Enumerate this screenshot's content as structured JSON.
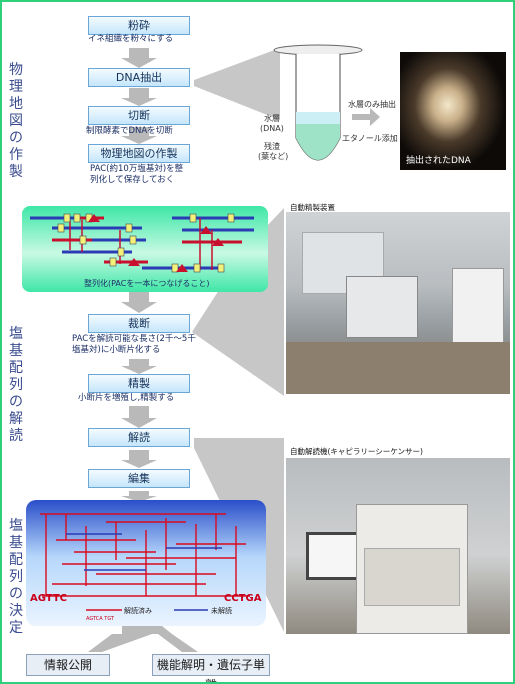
{
  "titles": {
    "physical_map": "物理地図の作製",
    "sequencing": "塩基配列の解読",
    "determination": "塩基配列の決定"
  },
  "steps": {
    "crush": "粉砕",
    "crush_note": "イネ組織を粉々にする",
    "dna_extract": "DNA抽出",
    "cut": "切断",
    "cut_note": "制限酵素でDNAを切断",
    "map": "物理地図の作製",
    "map_note_1": "PAC(約10万塩基対)を整",
    "map_note_2": "列化して保存しておく",
    "ordering_caption": "整列化(PACを一本につなげること)",
    "fragment": "裁断",
    "fragment_note_1": "PACを解読可能な長さ(2千～5千",
    "fragment_note_2": "塩基対)に小断片化する",
    "purify": "精製",
    "purify_note": "小断片を増殖し,精製する",
    "decode": "解読",
    "edit": "編集",
    "publish": "情報公開",
    "function": "機能解明・遺伝子単離"
  },
  "tube": {
    "aqueous_1": "水層",
    "aqueous_2": "(DNA)",
    "residue_1": "残渣",
    "residue_2": "(葉など)",
    "extract_only": "水層のみ抽出",
    "ethanol": "エタノール添加",
    "extracted_dna": "抽出されたDNA"
  },
  "photos": {
    "preparation": "自動精製装置",
    "sequencer": "自動解読機(キャピラリーシーケンサー)"
  },
  "assembly": {
    "left_seq": "AGTTC",
    "right_seq": "CCTGA",
    "decoded": "解読済み",
    "undecoded": "未解読",
    "small_seq": "AGTCA TGT"
  },
  "colors": {
    "border": "#2fd07a",
    "box": "#c5e6fb",
    "title": "#3a4c8f",
    "red": "#d90a1e",
    "blue": "#2b3bb4",
    "green_panel": "#38e6a1"
  }
}
